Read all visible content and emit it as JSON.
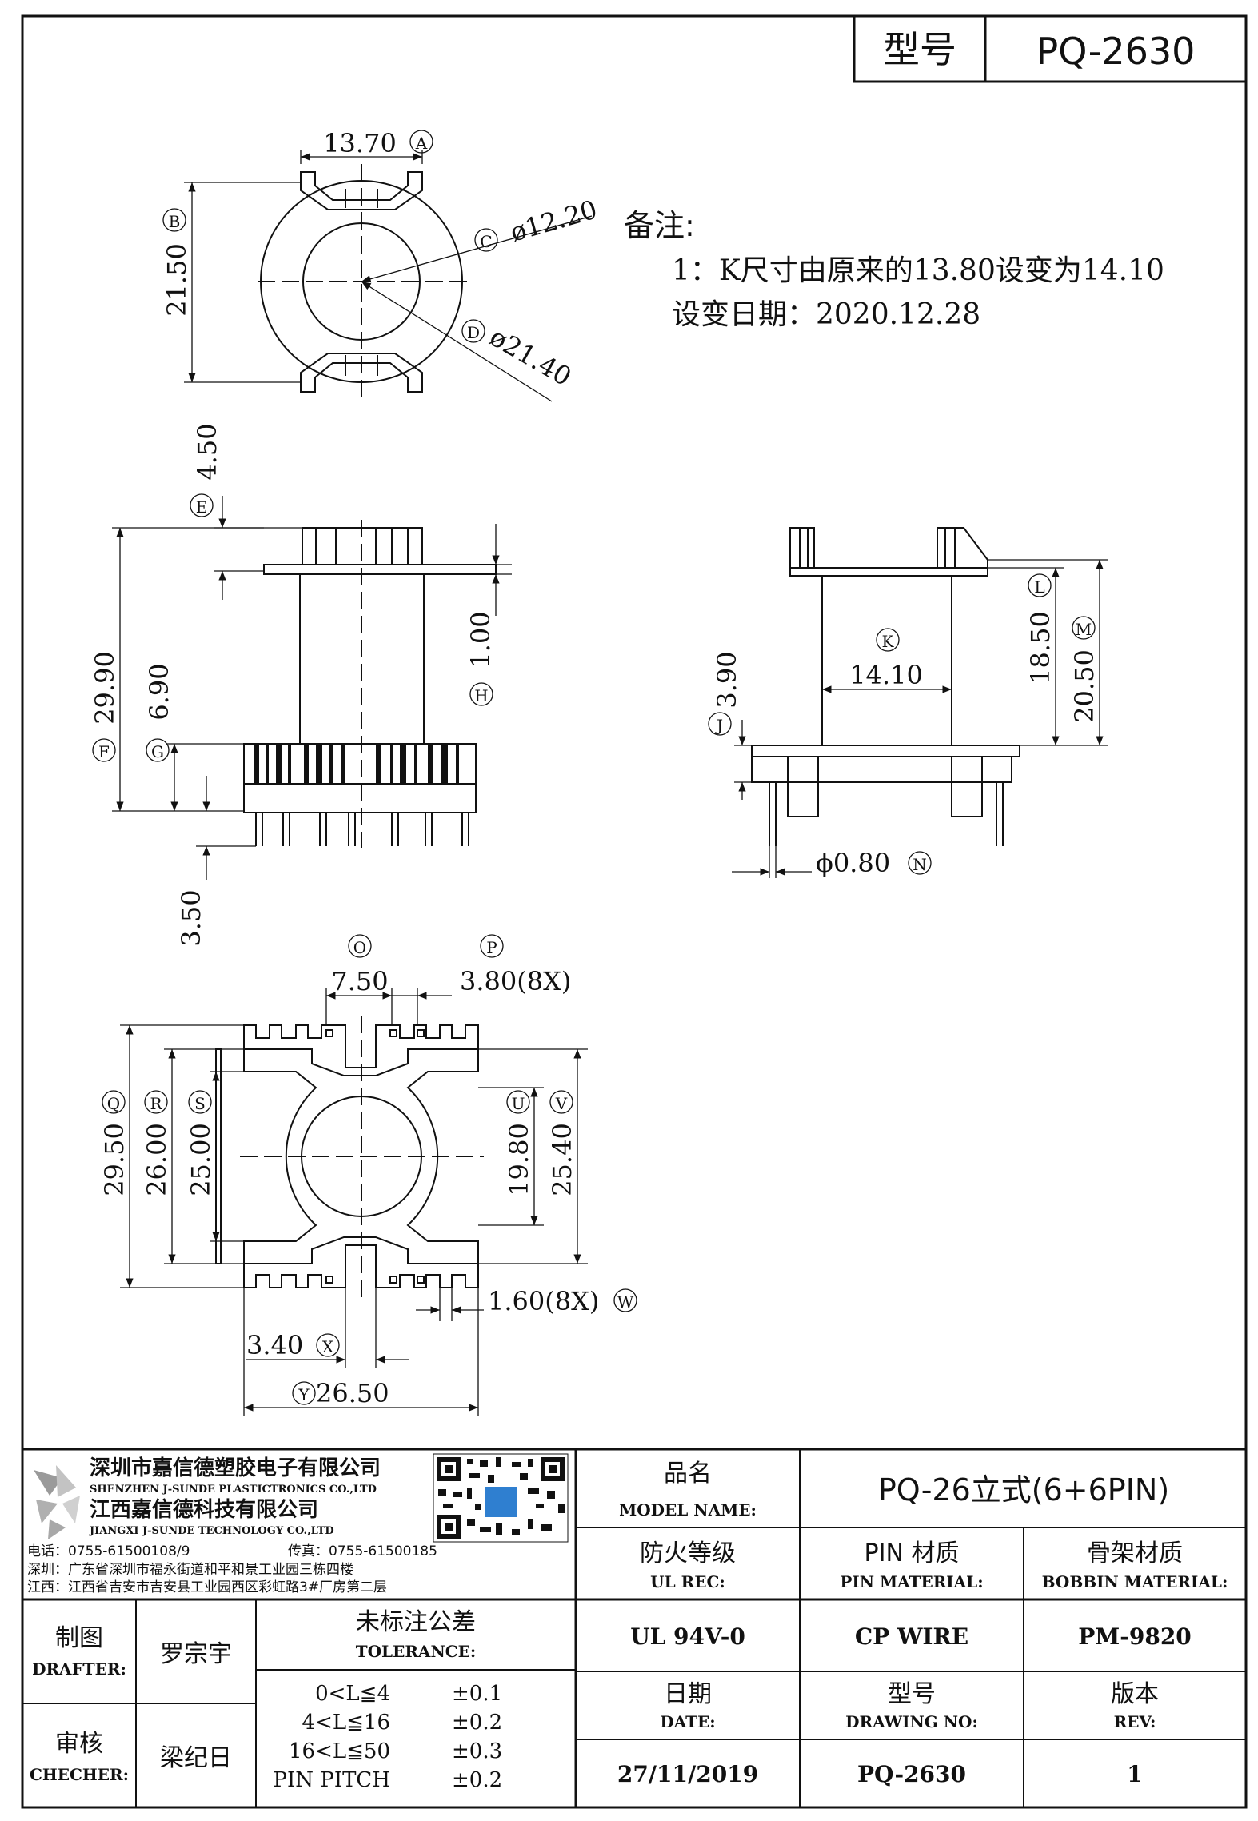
{
  "header": {
    "type_label": "型号",
    "type_value": "PQ-2630"
  },
  "notes": {
    "title": "备注:",
    "line1": "1：K尺寸由原来的13.80设变为14.10",
    "line2": "设变日期：2020.12.28"
  },
  "dims": {
    "A": "13.70",
    "B": "21.50",
    "C": "ø12.20",
    "D": "ø21.40",
    "E": "4.50",
    "F": "29.90",
    "G": "6.90",
    "H": "1.00",
    "pin_len": "3.50",
    "J": "3.90",
    "K": "14.10",
    "L": "18.50",
    "M": "20.50",
    "N": "ϕ0.80",
    "O": "7.50",
    "P": "3.80(8X)",
    "Q": "29.50",
    "R": "26.00",
    "S": "25.00",
    "U": "19.80",
    "V": "25.40",
    "W": "1.60(8X)",
    "X": "3.40",
    "Y": "26.50"
  },
  "markers": {
    "A": "A",
    "B": "B",
    "C": "C",
    "D": "D",
    "E": "E",
    "F": "F",
    "G": "G",
    "H": "H",
    "J": "J",
    "K": "K",
    "L": "L",
    "M": "M",
    "N": "N",
    "O": "O",
    "P": "P",
    "Q": "Q",
    "R": "R",
    "S": "S",
    "U": "U",
    "V": "V",
    "W": "W",
    "X": "X",
    "Y": "Y"
  },
  "company": {
    "name_cn_1": "深圳市嘉信德塑胶电子有限公司",
    "name_en_1": "SHENZHEN J-SUNDE PLASTICTRONICS CO.,LTD",
    "name_cn_2": "江西嘉信德科技有限公司",
    "name_en_2": "JIANGXI J-SUNDE TECHNOLOGY CO.,LTD",
    "tel": "电话：0755-61500108/9",
    "fax": "传真：0755-61500185",
    "addr_sz": "深圳：广东省深圳市福永街道和平和景工业园三栋四楼",
    "addr_jx": "江西：江西省吉安市吉安县工业园西区彩虹路3#厂房第二层"
  },
  "title_block": {
    "model_label_cn": "品名",
    "model_label_en": "MODEL NAME:",
    "model_value": "PQ-26立式(6+6PIN)",
    "ul_label_cn": "防火等级",
    "ul_label_en": "UL REC:",
    "ul_value": "UL 94V-0",
    "pin_label_cn": "PIN 材质",
    "pin_label_en": "PIN MATERIAL:",
    "pin_value": "CP WIRE",
    "bobbin_label_cn": "骨架材质",
    "bobbin_label_en": "BOBBIN MATERIAL:",
    "bobbin_value": "PM-9820",
    "drafter_label_cn": "制图",
    "drafter_label_en": "DRAFTER:",
    "drafter_value": "罗宗宇",
    "checker_label_cn": "审核",
    "checker_label_en": "CHECHER:",
    "checker_value": "梁纪日",
    "tol_label_cn": "未标注公差",
    "tol_label_en": "TOLERANCE:",
    "tol_rows": [
      {
        "range": "0<L≦4",
        "value": "±0.1"
      },
      {
        "range": "4<L≦16",
        "value": "±0.2"
      },
      {
        "range": "16<L≦50",
        "value": "±0.3"
      },
      {
        "range": "PIN PITCH",
        "value": "±0.2"
      }
    ],
    "date_label_cn": "日期",
    "date_label_en": "DATE:",
    "date_value": "27/11/2019",
    "drawing_label_cn": "型号",
    "drawing_label_en": "DRAWING NO:",
    "drawing_value": "PQ-2630",
    "rev_label_cn": "版本",
    "rev_label_en": "REV:",
    "rev_value": "1"
  }
}
